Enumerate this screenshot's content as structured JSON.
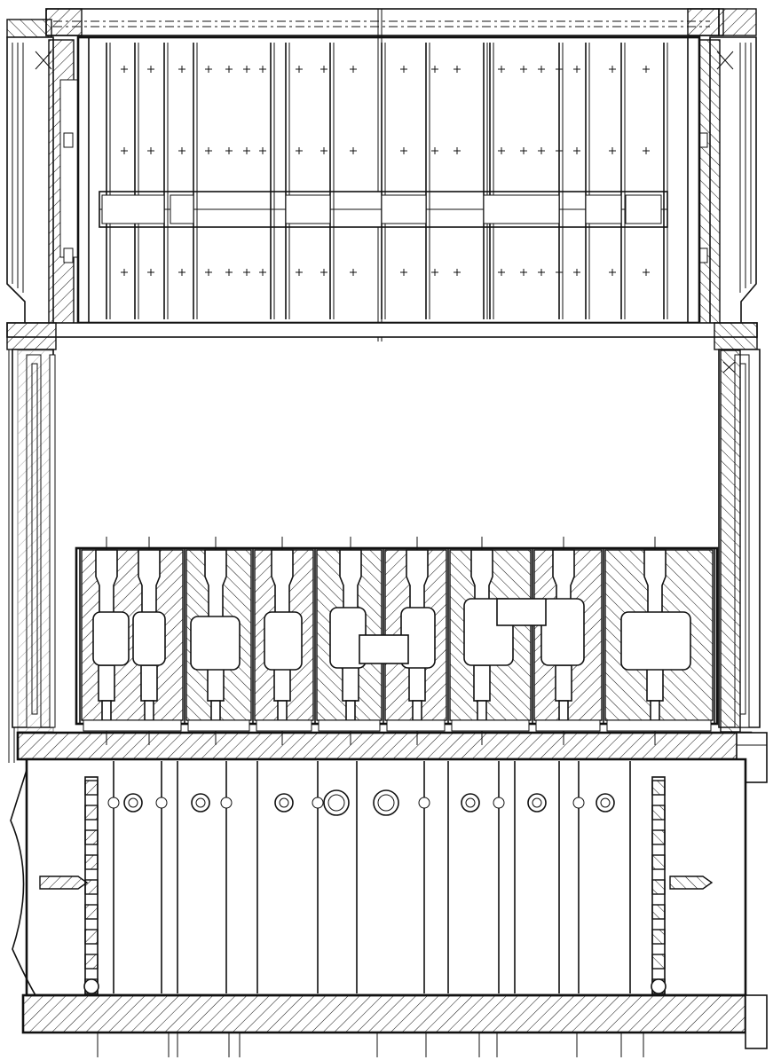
{
  "drawing": {
    "type": "engineering-section-drawing",
    "colors": {
      "line": "#111111",
      "background": "#ffffff"
    },
    "upper_plate": {
      "cross_marks": true,
      "slot_columns": 20,
      "mid_bar_rows": 1
    },
    "cavity_block": {
      "cavity_count": 9,
      "cavity_styles": [
        "double-bulb",
        "double-bulb",
        "single-box",
        "single-box",
        "linked-pair",
        "linked-pair",
        "wide-pair",
        "wide-pair",
        "single-box"
      ]
    },
    "lower_box": {
      "ring_count": 9,
      "large_rings": [
        4,
        5
      ],
      "ejector_pins": 2
    }
  }
}
